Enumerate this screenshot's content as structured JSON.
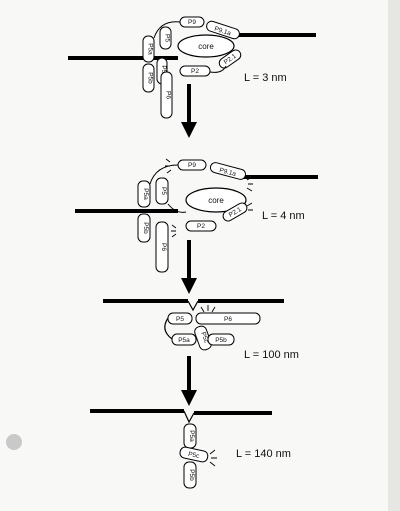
{
  "stages": [
    {
      "measure": "L = 3 nm",
      "core": "core",
      "helices": [
        "P9",
        "P9.1a",
        "P5a",
        "P5b",
        "P5c",
        "P5",
        "P6",
        "P2",
        "P2.1"
      ]
    },
    {
      "measure": "L = 4 nm",
      "core": "core",
      "helices": [
        "P9",
        "P9.1a",
        "P5a",
        "P5b",
        "P5",
        "P6",
        "P2",
        "P2.1"
      ]
    },
    {
      "measure": "L = 100 nm",
      "helices": [
        "P5",
        "P6",
        "P5a",
        "P5c",
        "P5b"
      ]
    },
    {
      "measure": "L = 140 nm",
      "helices": [
        "P5a",
        "P5c",
        "P5b"
      ]
    }
  ]
}
